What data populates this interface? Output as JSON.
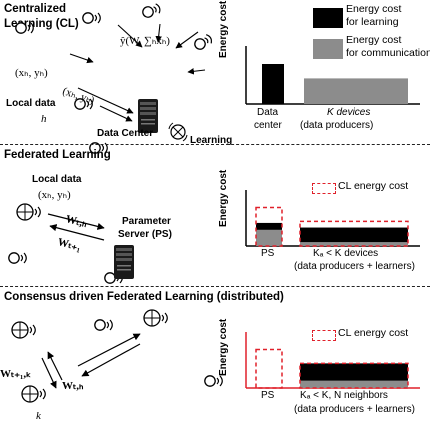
{
  "sections": {
    "cl": {
      "title_line1": "Centralized",
      "title_line2": "Learning (CL)",
      "local_data_pair": "(xₕ, yₕ)",
      "arrow_pair": "(xₕ, yₕ)",
      "local_data_label": "Local data",
      "h_label": "h",
      "model_label": "ŷ(W, ∑ₕxₕ)",
      "data_center_label": "Data Center",
      "learning_label": "Learning"
    },
    "fl": {
      "title": "Federated Learning",
      "local_data_label": "Local data",
      "local_data_pair": "(xₕ, yₕ)",
      "w_t_h": "Wₜ,ₕ",
      "w_t_plus_1": "Wₜ₊₁",
      "ps_line1": "Parameter",
      "ps_line2": "Server (PS)"
    },
    "cfl": {
      "title": "Consensus driven Federated Learning (distributed)",
      "w_t1_k": "Wₜ₊₁,ₖ",
      "w_t_h": "Wₜ,ₕ",
      "k_label": "k"
    }
  },
  "legend": {
    "black_line1": "Energy cost",
    "black_line2": "for learning",
    "gray_line1": "Energy cost",
    "gray_line2": "for communication",
    "cl_cost": "CL energy cost"
  },
  "colors": {
    "learning": "#000000",
    "communication": "#8c8c8c",
    "cl_cost_outline": "#e0202a",
    "axis_cl": "#000000",
    "axis_dist": "#e0202a"
  },
  "chart_data": [
    {
      "type": "bar",
      "ylabel": "Energy cost",
      "categories": [
        "Data center",
        "K devices (data producers)"
      ],
      "category_lines": [
        [
          "Data",
          "center"
        ],
        [
          "K devices",
          "(data producers)"
        ]
      ],
      "series": [
        {
          "name": "Energy cost for learning",
          "values": [
            1.0,
            0
          ]
        },
        {
          "name": "Energy cost for communication",
          "values": [
            0,
            0.64
          ]
        }
      ],
      "ylim": [
        0,
        1.3
      ]
    },
    {
      "type": "bar",
      "ylabel": "Energy cost",
      "categories": [
        "PS",
        "Kₐ < K devices"
      ],
      "subcaption": "(data producers + learners)",
      "series": [
        {
          "name": "Energy cost for learning",
          "values": [
            0.18,
            0.38
          ]
        },
        {
          "name": "Energy cost for communication",
          "values": [
            0.42,
            0.1
          ]
        }
      ],
      "cl_energy_cost": [
        1.0,
        0.64
      ],
      "ylim": [
        0,
        1.3
      ]
    },
    {
      "type": "bar",
      "ylabel": "Energy cost",
      "categories": [
        "PS",
        "Kₐ < K,  N neighbors"
      ],
      "subcaption": "(data producers + learners)",
      "series": [
        {
          "name": "Energy cost for learning",
          "values": [
            0,
            0.45
          ]
        },
        {
          "name": "Energy cost for communication",
          "values": [
            0,
            0.19
          ]
        }
      ],
      "cl_energy_cost": [
        1.0,
        0.64
      ],
      "ylim": [
        0,
        1.3
      ]
    }
  ]
}
